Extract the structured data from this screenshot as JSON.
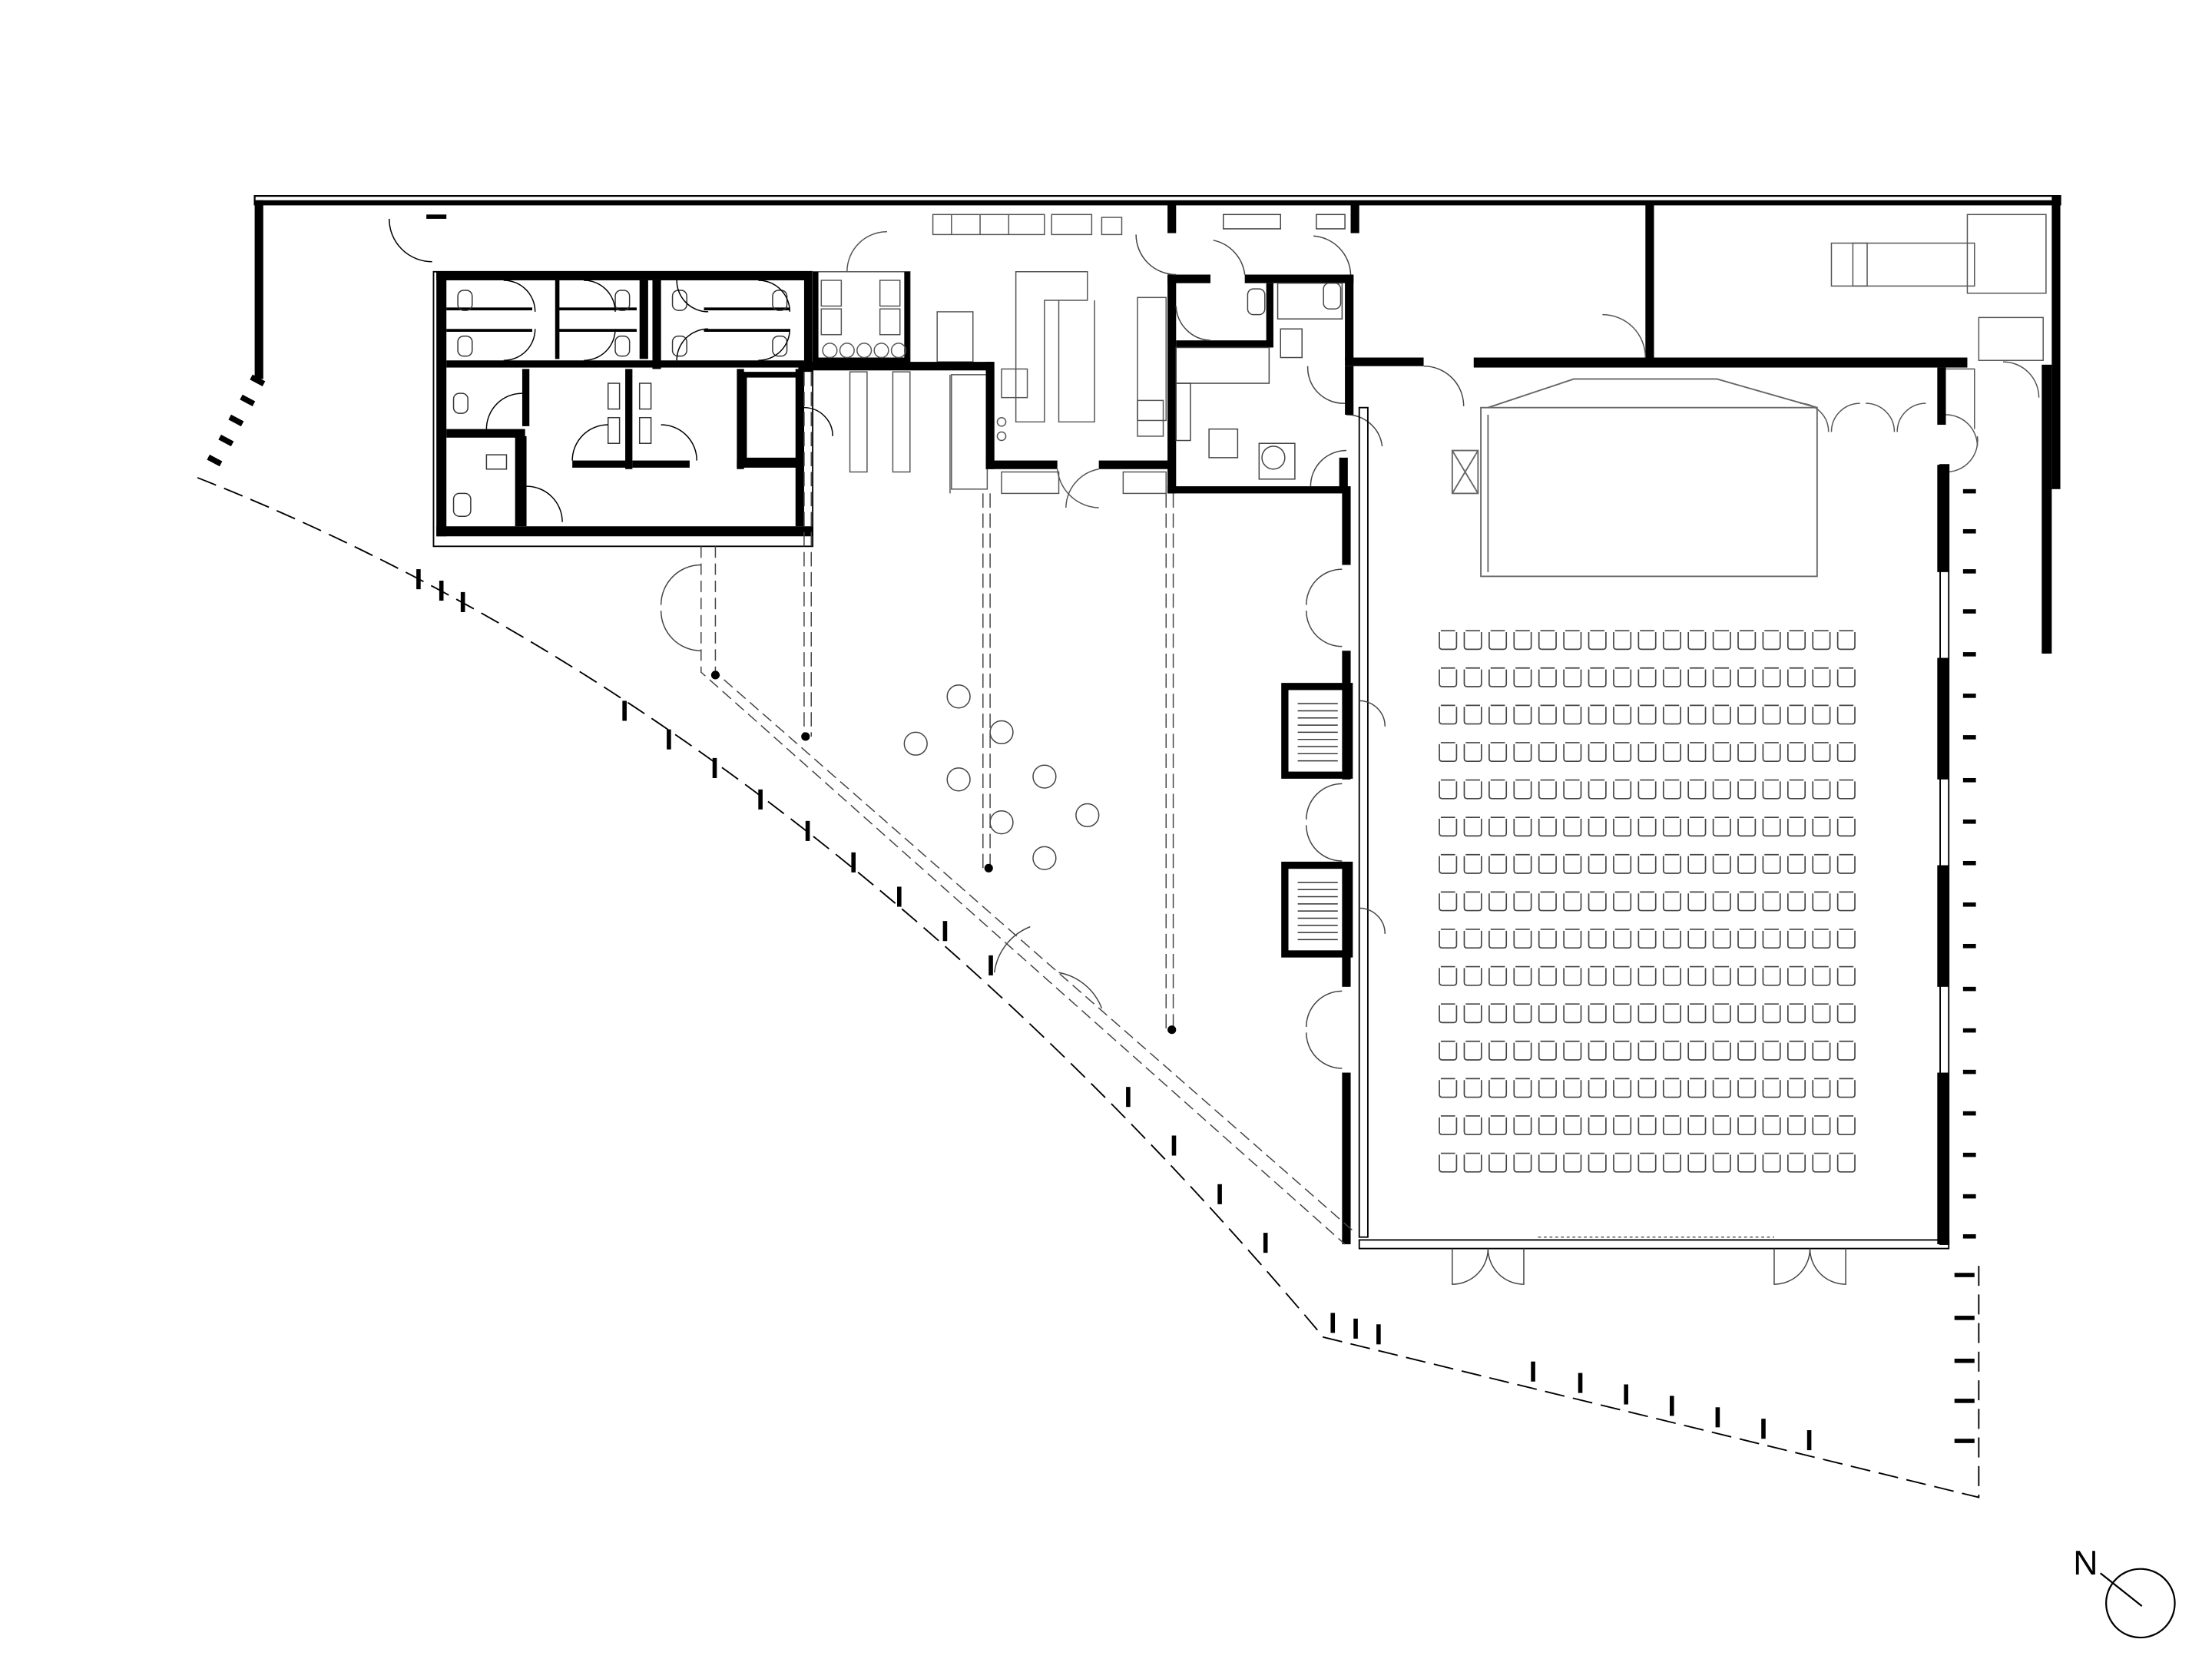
{
  "north_arrow": {
    "label": "N"
  },
  "auditorium": {
    "rows": 15,
    "seats_per_row": 17
  },
  "colors": {
    "ink": "#000000",
    "fine_line": "#333333",
    "light_line": "#777777",
    "background": "#ffffff"
  }
}
